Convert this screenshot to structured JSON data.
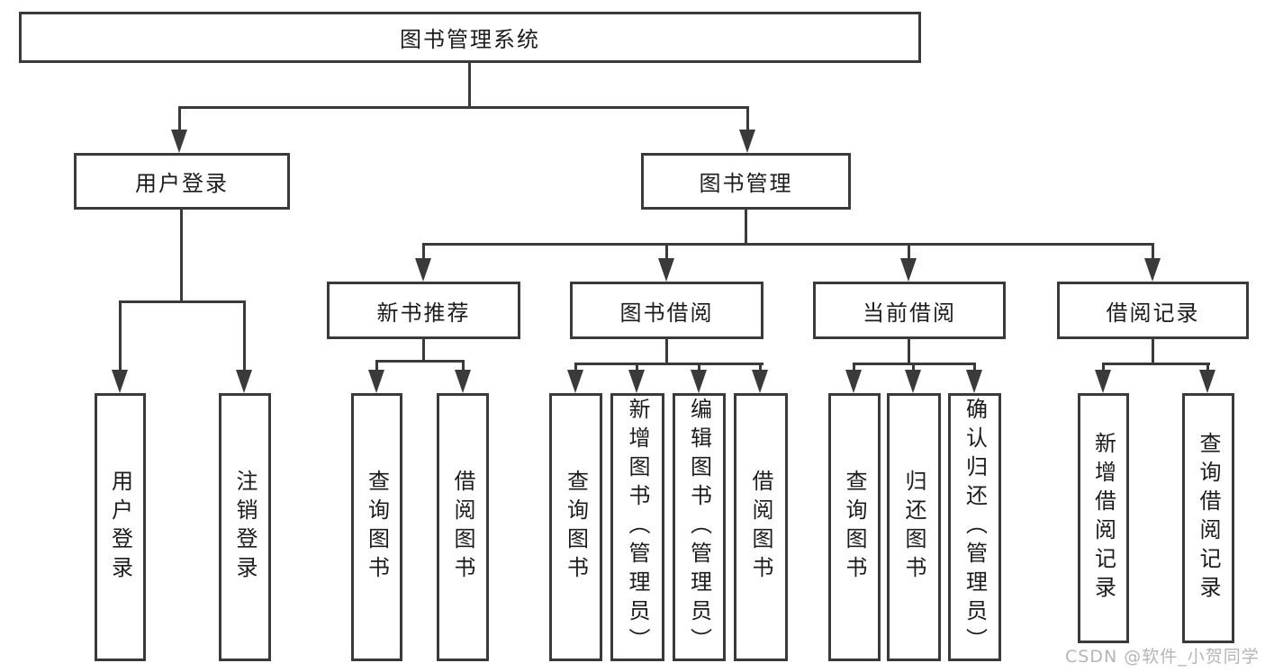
{
  "diagram_type": "hierarchy-tree",
  "colors": {
    "background": "#ffffff",
    "line": "#3a3a3a",
    "box_border": "#3a3a3a",
    "text": "#1c1c1c",
    "watermark": "#b5b5b5"
  },
  "tree": {
    "label": "图书管理系统",
    "children": [
      {
        "label": "用户登录",
        "children": [
          {
            "label": "用户登录"
          },
          {
            "label": "注销登录"
          }
        ]
      },
      {
        "label": "图书管理",
        "children": [
          {
            "label": "新书推荐",
            "children": [
              {
                "label": "查询图书"
              },
              {
                "label": "借阅图书"
              }
            ]
          },
          {
            "label": "图书借阅",
            "children": [
              {
                "label": "查询图书"
              },
              {
                "label": "新增图书（管理员）"
              },
              {
                "label": "编辑图书（管理员）"
              },
              {
                "label": "借阅图书"
              }
            ]
          },
          {
            "label": "当前借阅",
            "children": [
              {
                "label": "查询图书"
              },
              {
                "label": "归还图书"
              },
              {
                "label": "确认归还（管理员）"
              }
            ]
          },
          {
            "label": "借阅记录",
            "children": [
              {
                "label": "新增借阅记录"
              },
              {
                "label": "查询借阅记录"
              }
            ]
          }
        ]
      }
    ]
  },
  "watermark": {
    "text": "CSDN @软件_小贺同学"
  }
}
